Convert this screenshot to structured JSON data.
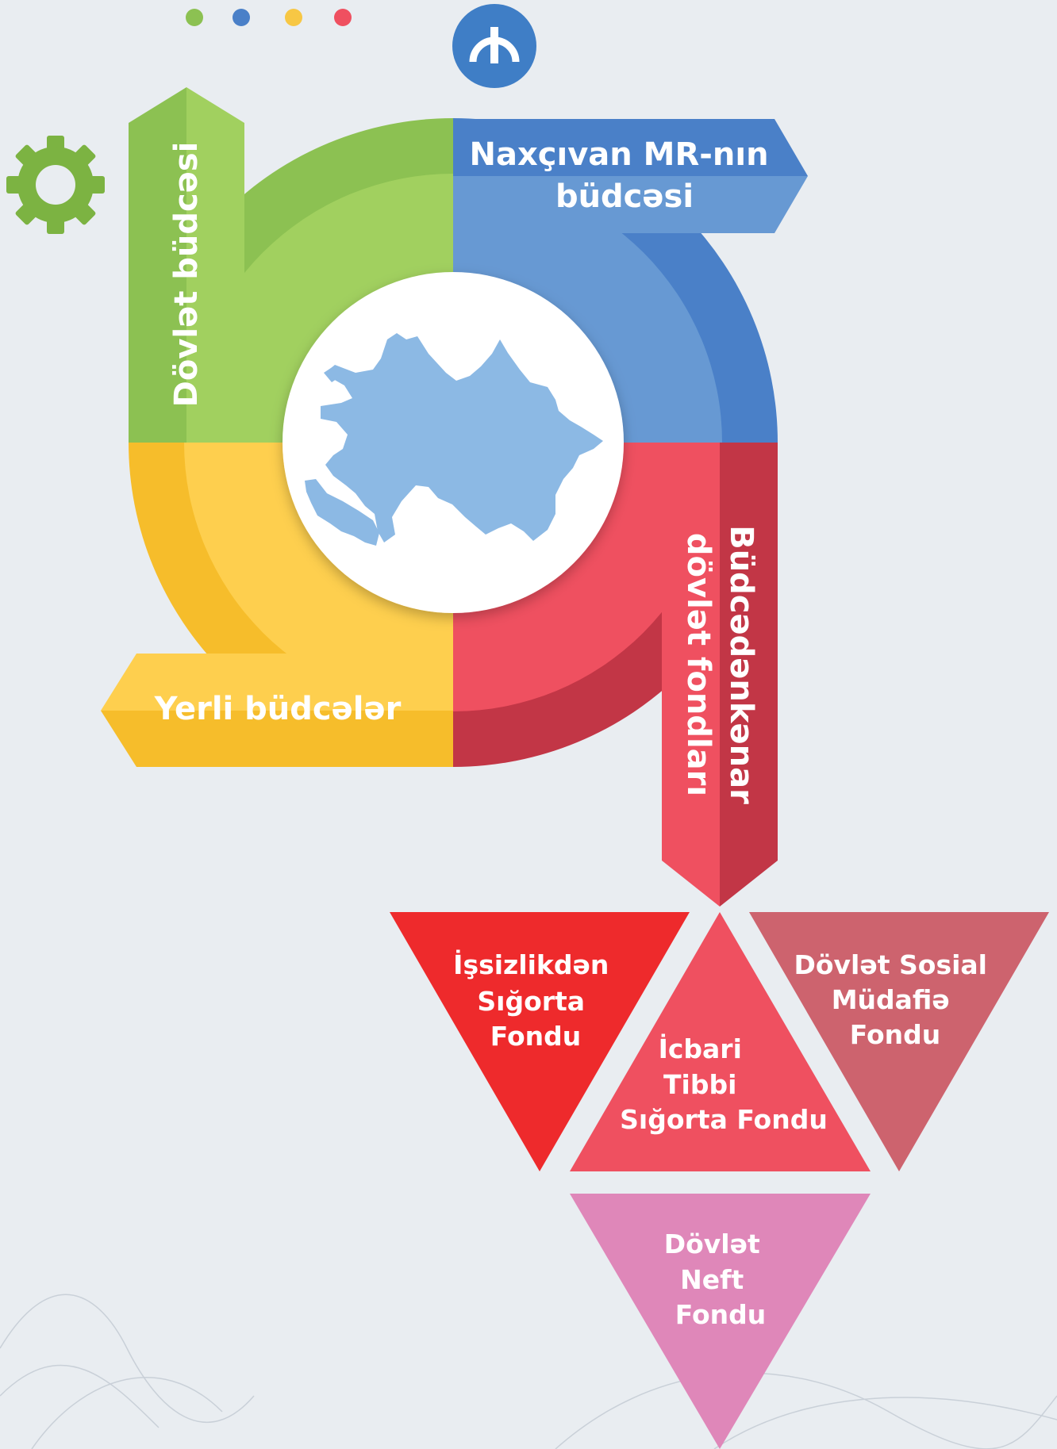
{
  "colors": {
    "background": "#e9edf1",
    "green": "#8cc152",
    "blue": "#4a80c8",
    "red": "#ef5060",
    "yellow": "#f6bd2b",
    "fund_red": "#ee2a2c",
    "fund_rose": "#cd636e",
    "fund_pink": "#df87b9",
    "map": "#8cb9e4"
  },
  "icons": {
    "dots": [
      "green-dot-icon",
      "blue-dot-icon",
      "yellow-dot-icon",
      "red-dot-icon"
    ],
    "currency": "manat-icon",
    "settings": "gear-icon",
    "map": "azerbaijan-map-icon"
  },
  "budget_system": {
    "state_budget": "Dövlət büdcəsi",
    "nakhchivan_budget": [
      "Naxçıvan MR-nın",
      "büdcəsi"
    ],
    "local_budgets": "Yerli büdcələr",
    "extra_budgetary_funds": [
      "Büdcədənkənar",
      "dövlət fondları"
    ]
  },
  "funds": {
    "unemployment": [
      "İşsizlikdən",
      "Sığorta",
      "Fondu"
    ],
    "medical": [
      "İcbari",
      "Tibbi",
      "Sığorta Fondu"
    ],
    "social": [
      "Dövlət Sosial",
      "Müdafiə",
      "Fondu"
    ],
    "oil": [
      "Dövlət",
      "Neft",
      "Fondu"
    ]
  }
}
